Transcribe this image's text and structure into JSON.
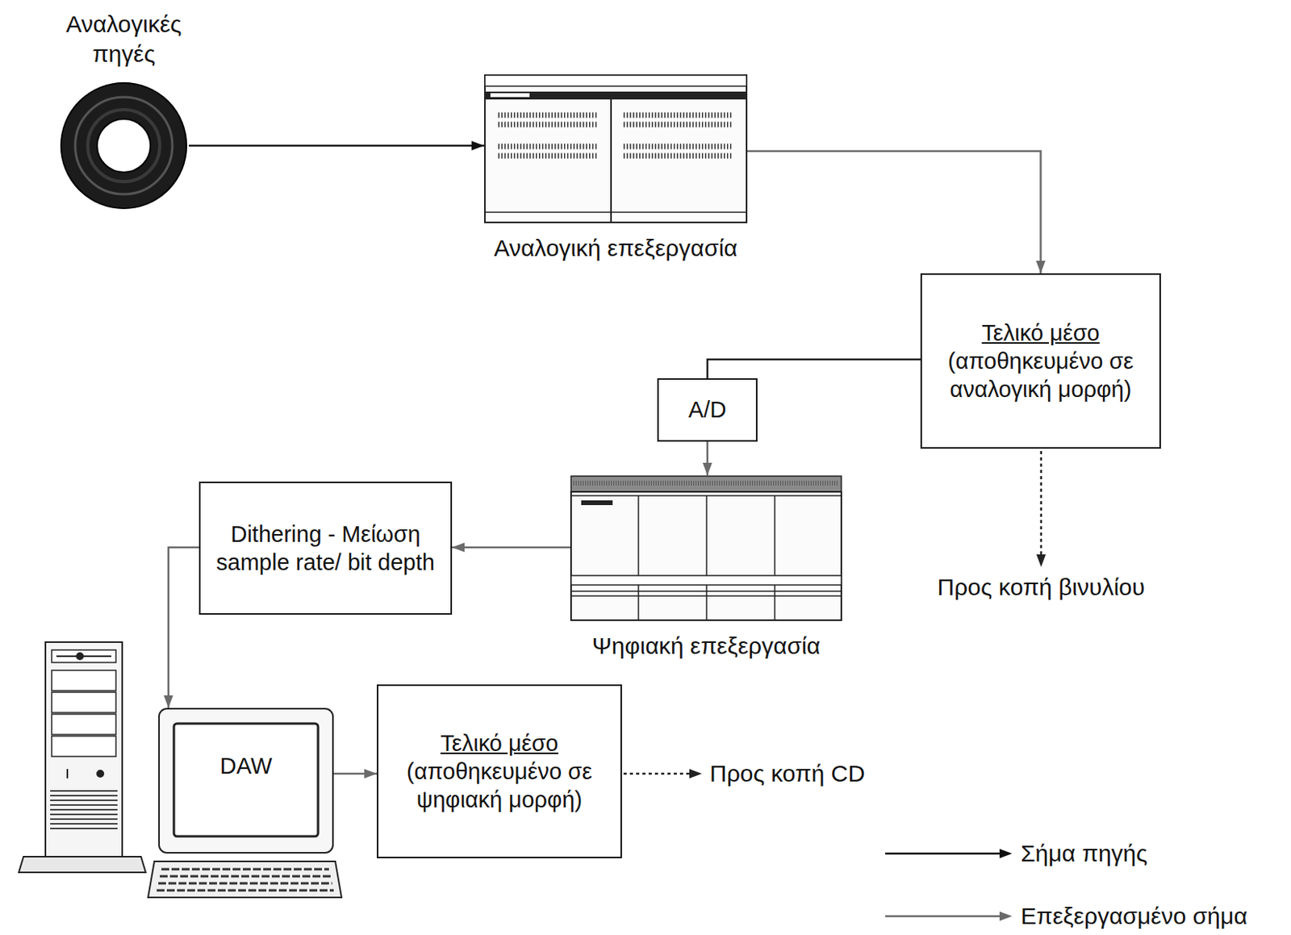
{
  "diagram": {
    "nodes": [
      {
        "text": [
          "Αναλογικές πηγές"
        ]
      },
      {
        "text": [
          "Αναλογική επεξεργασία"
        ]
      },
      {
        "text": [
          "Τελικό μέσο",
          "(αποθηκευμένο σε αναλογική μορφή)"
        ]
      },
      {
        "text": [
          "A/D"
        ]
      },
      {
        "text": [
          "Ψηφιακή επεξεργασία"
        ]
      },
      {
        "text": [
          "Dithering - Μείωση sample rate/ bit depth"
        ]
      },
      {
        "text": [
          "DAW"
        ]
      },
      {
        "text": [
          "Τελικό μέσο",
          "(αποθηκευμένο σε ψηφιακή μορφή)"
        ]
      }
    ],
    "edges": [
      {
        "from": 0,
        "to": 1,
        "arrow": "to"
      },
      {
        "from": 1,
        "to": 2,
        "arrow": "to"
      },
      {
        "from": 2,
        "to": 3,
        "arrow": "none"
      },
      {
        "from": 3,
        "to": 4,
        "arrow": "to"
      },
      {
        "from": 4,
        "to": 5,
        "arrow": "to"
      },
      {
        "from": 5,
        "to": 6,
        "arrow": "to"
      },
      {
        "from": 6,
        "to": 7,
        "arrow": "to"
      }
    ],
    "labels": [
      "Προς κοπή βινυλίου",
      "Προς κοπή CD"
    ],
    "legend": [
      {
        "text": "Σήμα πηγής"
      },
      {
        "text": "Επεξεργασμένο σήμα"
      }
    ]
  }
}
